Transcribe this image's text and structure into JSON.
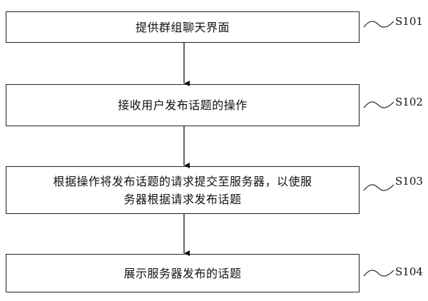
{
  "steps": [
    {
      "id": "S101",
      "text": "提供群组聊天界面"
    },
    {
      "id": "S102",
      "text": "接收用户发布话题的操作"
    },
    {
      "id": "S103",
      "line1": "根据操作将发布话题的请求提交至服务器，以使服",
      "line2": "务器根据请求发布话题"
    },
    {
      "id": "S104",
      "text": "展示服务器发布的话题"
    }
  ]
}
